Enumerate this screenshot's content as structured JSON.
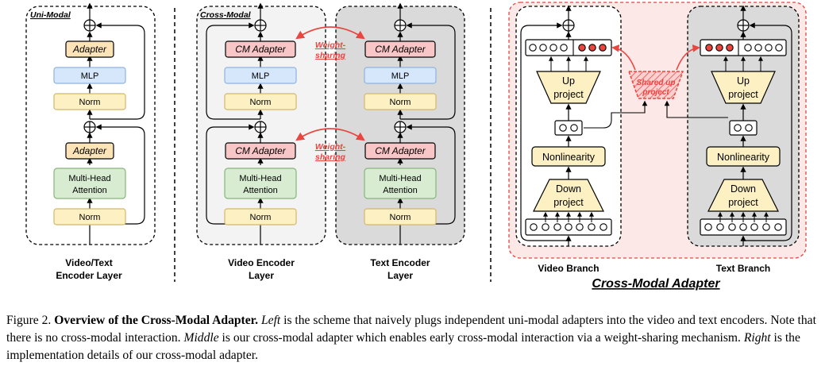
{
  "panels": {
    "uni_modal": {
      "tag": "Uni-Modal",
      "caption_line1": "Video/Text",
      "caption_line2": "Encoder Layer",
      "blocks": {
        "adapter_top": "Adapter",
        "mlp": "MLP",
        "norm_top": "Norm",
        "adapter_bottom": "Adapter",
        "mha_line1": "Multi-Head",
        "mha_line2": "Attention",
        "norm_bottom": "Norm"
      }
    },
    "cross_modal": {
      "tag": "Cross-Modal",
      "weight_sharing_line1": "Weight-",
      "weight_sharing_line2": "sharing",
      "video": {
        "caption_line1": "Video Encoder",
        "caption_line2": "Layer",
        "blocks": {
          "cm_adapter_top": "CM Adapter",
          "mlp": "MLP",
          "norm_top": "Norm",
          "cm_adapter_bottom": "CM Adapter",
          "mha_line1": "Multi-Head",
          "mha_line2": "Attention",
          "norm_bottom": "Norm"
        }
      },
      "text": {
        "caption_line1": "Text Encoder",
        "caption_line2": "Layer",
        "blocks": {
          "cm_adapter_top": "CM Adapter",
          "mlp": "MLP",
          "norm_top": "Norm",
          "cm_adapter_bottom": "CM Adapter",
          "mha_line1": "Multi-Head",
          "mha_line2": "Attention",
          "norm_bottom": "Norm"
        }
      }
    },
    "adapter_detail": {
      "title": "Cross-Modal Adapter",
      "shared_line1": "Shared up",
      "shared_line2": "project",
      "video_branch": {
        "label": "Video Branch",
        "up_line1": "Up",
        "up_line2": "project",
        "nonlinearity": "Nonlinearity",
        "down_line1": "Down",
        "down_line2": "project"
      },
      "text_branch": {
        "label": "Text Branch",
        "up_line1": "Up",
        "up_line2": "project",
        "nonlinearity": "Nonlinearity",
        "down_line1": "Down",
        "down_line2": "project"
      }
    }
  },
  "colors": {
    "adapter": "#fde3b8",
    "mlp": "#d6e6fb",
    "norm": "#fdf0c2",
    "attention": "#d8ecd2",
    "cm_adapter": "#f8c6c6",
    "panel_gray": "#dadada",
    "panel_light": "#f3f3f3",
    "accent_red": "#e8463f",
    "pink_bg": "#fde8e8"
  },
  "caption": {
    "figure_label": "Figure 2.",
    "title": "Overview of the Cross-Modal Adapter.",
    "left_label": "Left",
    "left_text": " is the scheme that naively plugs independent uni-modal adapters into the video and text encoders. Note that there is no cross-modal interaction. ",
    "middle_label": "Middle",
    "middle_text": " is our cross-modal adapter which enables early cross-modal interaction via a weight-sharing mechanism. ",
    "right_label": "Right",
    "right_text": " is the implementation details of our cross-modal adapter."
  }
}
